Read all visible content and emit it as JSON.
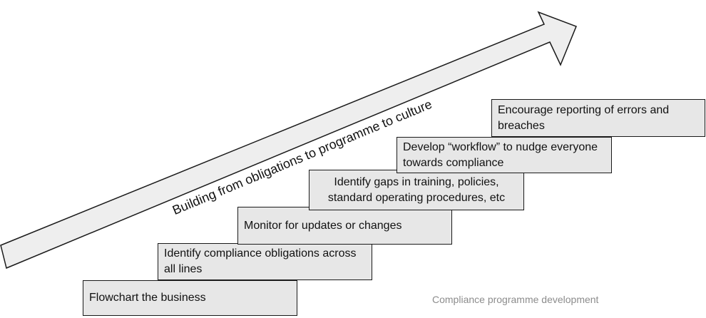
{
  "arrow": {
    "label": "Building from obligations to programme to culture",
    "fill": "#eeeeee",
    "stroke": "#1a1a1a"
  },
  "steps": [
    {
      "label": "Flowchart the business"
    },
    {
      "label": "Identify compliance obligations across all lines"
    },
    {
      "label": "Monitor for updates or changes"
    },
    {
      "label": "Identify gaps in training, policies, standard operating procedures, etc"
    },
    {
      "label": "Develop “workflow” to nudge everyone towards compliance"
    },
    {
      "label": "Encourage reporting of errors and breaches"
    }
  ],
  "caption": "Compliance programme development",
  "colors": {
    "step_fill": "#e7e7e7",
    "step_border": "#1a1a1a",
    "caption": "#8c8c8c"
  }
}
